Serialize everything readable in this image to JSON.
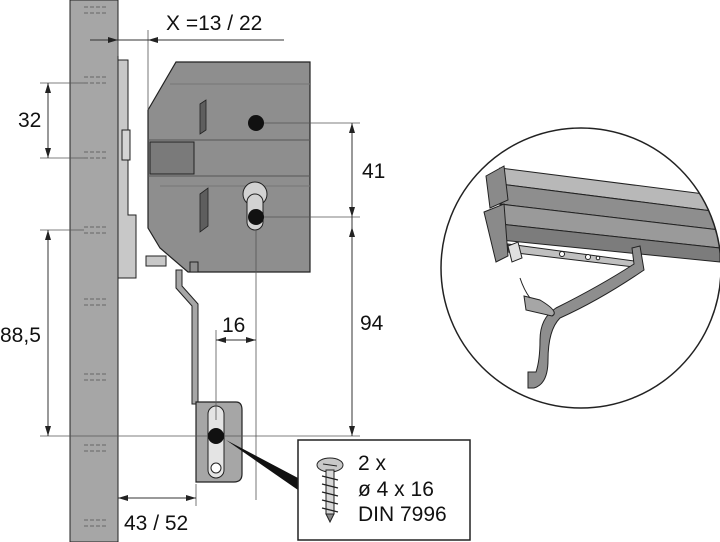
{
  "dimensions": {
    "x_offset": "X =13 / 22",
    "pitch": "32",
    "upper_gap": "41",
    "lower_gap": "94",
    "height": "88,5",
    "bracket_width": "16",
    "depth": "43 / 52"
  },
  "screw_spec": {
    "count": "2 x",
    "size": "ø 4 x 16",
    "standard": "DIN 7996"
  },
  "colors": {
    "panel": "#a6a6a6",
    "housing": "#8e8e8e",
    "housing_dark": "#6e6e6e",
    "line": "#222222"
  },
  "icons": {
    "screw": "screw-icon"
  }
}
